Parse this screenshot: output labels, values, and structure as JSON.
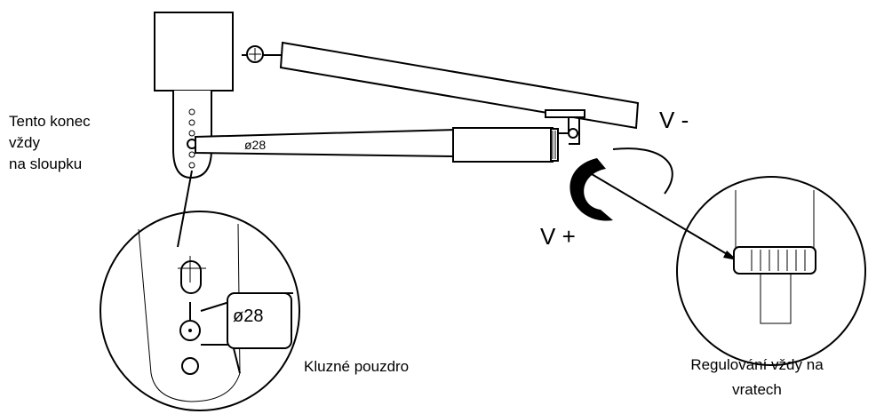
{
  "labels": {
    "post_end": [
      "Tento konec",
      "vždy",
      "na sloupku"
    ],
    "diameter_arm": "ø28",
    "diameter_zoom": "ø28",
    "speed_minus": "V -",
    "speed_plus": "V +",
    "sliding_bushing": "Kluzné pouzdro",
    "adjust_on_gate": [
      "Regulování vždy na",
      "vratech"
    ]
  },
  "colors": {
    "stroke": "#000000",
    "fill": "#ffffff"
  }
}
